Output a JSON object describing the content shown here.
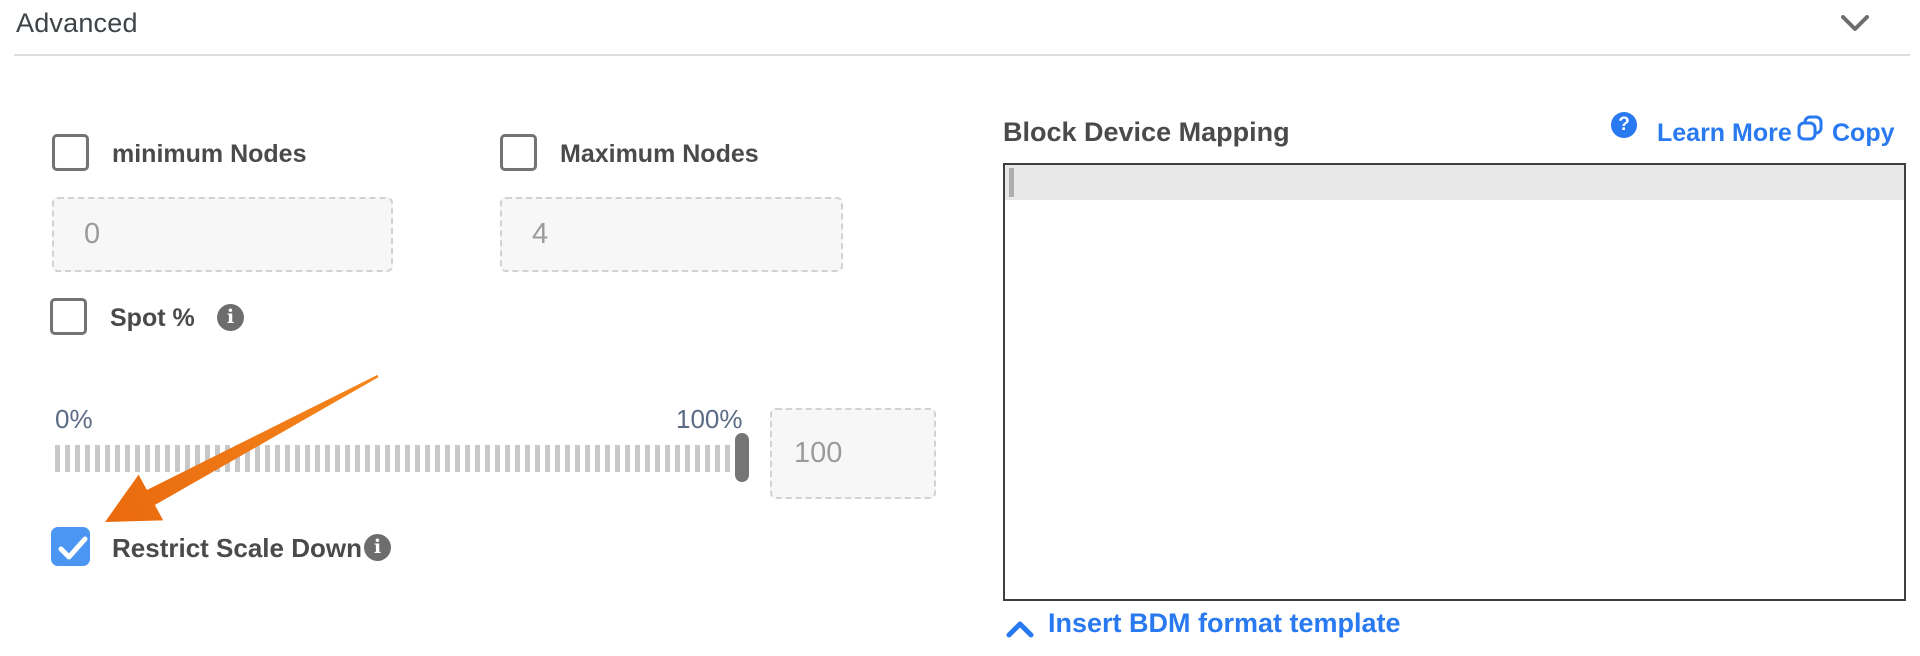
{
  "header": {
    "title": "Advanced",
    "collapse_icon": "chevron-down"
  },
  "left_panel": {
    "min_nodes": {
      "label": "minimum Nodes",
      "checked": false,
      "value": "0"
    },
    "max_nodes": {
      "label": "Maximum Nodes",
      "checked": false,
      "value": "4"
    },
    "spot_pct": {
      "label": "Spot %",
      "checked": false,
      "has_info_icon": true
    },
    "slider": {
      "min_label": "0%",
      "max_label": "100%",
      "position_percent": 100,
      "input_value": "100"
    },
    "restrict_scale_down": {
      "label": "Restrict Scale Down",
      "checked": true,
      "has_info_icon": true
    }
  },
  "right_panel": {
    "title": "Block Device Mapping",
    "learn_more_label": "Learn More",
    "copy_label": "Copy",
    "editor_content": "",
    "template_link_label": "Insert BDM format template"
  },
  "annotation": {
    "type": "orange-arrow",
    "points_to": "restrict_scale_down_checkbox"
  },
  "colors": {
    "accent_blue": "#2979f0",
    "checkbox_checked_blue": "#4a96f2",
    "annotation_orange": "#ee7514",
    "slider_label_gray_blue": "#5b6b85",
    "label_dark_gray": "#4a4a4a",
    "input_text_gray": "#9b9b9b",
    "editor_border": "#3f3f3f",
    "active_line_gray": "#e8e8e8"
  }
}
